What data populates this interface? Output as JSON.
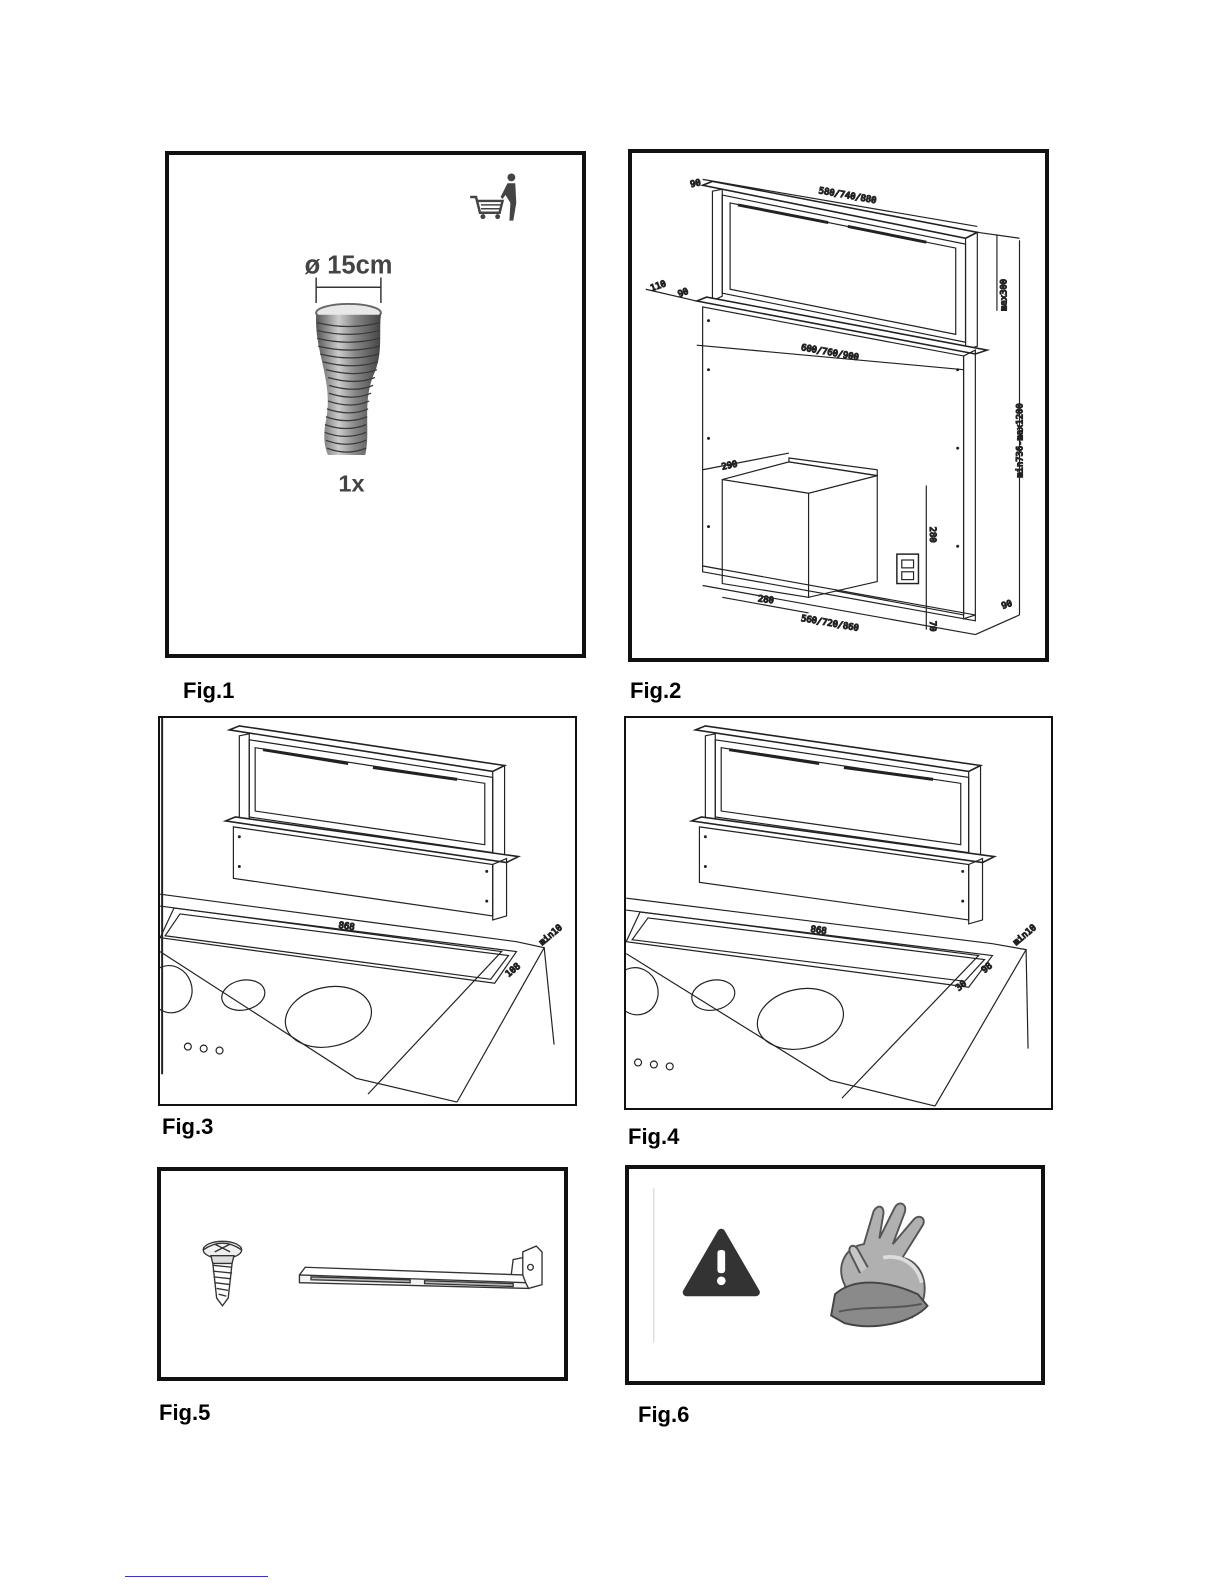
{
  "figures": {
    "fig1": {
      "caption": "Fig.1",
      "diameter_label": "ø 15cm",
      "quantity_label": "1x",
      "icon": "shopping-cart-person-icon"
    },
    "fig2": {
      "caption": "Fig.2",
      "dims": {
        "top_depth": "90",
        "top_width": "580/740/880",
        "max_height": "max300",
        "side_110": "110",
        "side_90": "90",
        "body_width": "600/760/900",
        "total_height": "min736-max1200",
        "motor_depth": "290",
        "motor_height": "280",
        "motor_width": "280",
        "base_width": "560/720/860",
        "base_depth": "90",
        "base_70": "70"
      }
    },
    "fig3": {
      "caption": "Fig.3",
      "dims": {
        "cut_length": "868",
        "cut_depth": "108",
        "cut_min": "min10"
      }
    },
    "fig4": {
      "caption": "Fig.4",
      "dims": {
        "cut_length": "868",
        "cut_depth": "98",
        "cut_side": "30",
        "cut_min": "min10"
      }
    },
    "fig5": {
      "caption": "Fig.5",
      "items": [
        "screw-icon",
        "bracket-icon"
      ]
    },
    "fig6": {
      "caption": "Fig.6",
      "items": [
        "warning-icon",
        "gloves-icon"
      ]
    }
  },
  "colors": {
    "frame": "#111111",
    "hose": "#9a9a9a",
    "warning": "#333333"
  }
}
